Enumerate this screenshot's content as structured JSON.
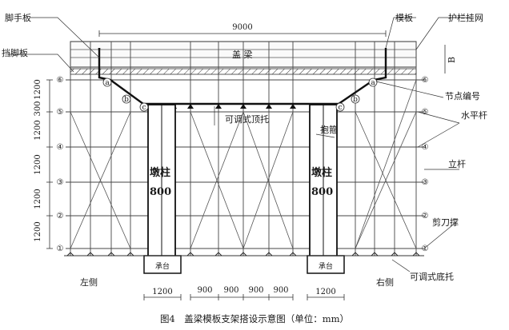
{
  "labels": {
    "scaffold_board": "脚手板",
    "toe_board": "挡脚板",
    "formwork": "模板",
    "guardrail_net": "护栏挂网",
    "cap_beam": "盖 梁",
    "node_number": "节点编号",
    "horizontal_bar": "水平杆",
    "vertical_bar": "立杆",
    "scissor_brace": "剪刀撑",
    "adjustable_top_support": "可调式顶托",
    "hoop": "抱箍",
    "pier_label": "墩柱",
    "pier_size": "800",
    "pile_cap": "承台",
    "left_side": "左侧",
    "right_side": "右侧",
    "adjustable_base_support": "可调式底托",
    "b_mark": "B"
  },
  "dimensions": {
    "top_total": "9000",
    "bottom": [
      "1200",
      "900",
      "900",
      "900",
      "900",
      "1200"
    ],
    "left_vertical": [
      "1200",
      "1200",
      "1200",
      "1200",
      "300",
      "1200"
    ]
  },
  "node_labels": [
    "a",
    "b",
    "c"
  ],
  "levels": [
    "①",
    "②",
    "③",
    "④",
    "⑤",
    "⑥"
  ],
  "caption": "图4　盖梁模板支架搭设示意图（单位：mm）"
}
